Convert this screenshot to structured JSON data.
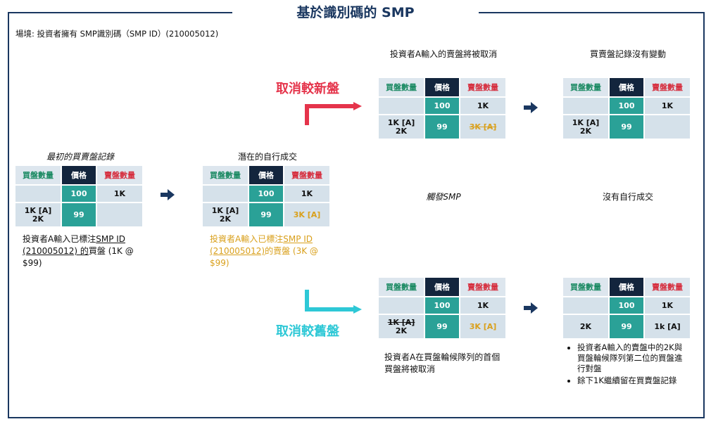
{
  "title": "基於識別碼的 SMP",
  "scenario": "場境: 投資者擁有 SMP識別碼（SMP ID）(210005012)",
  "headers": {
    "buy": "買盤數量",
    "price": "價格",
    "sell": "賣盤數量"
  },
  "initial": {
    "caption": "最初的買賣盤記錄",
    "rows": [
      {
        "buy": "",
        "price": "100",
        "sell": "1K"
      },
      {
        "buy": "1K [A]\n2K",
        "price": "99",
        "sell": ""
      }
    ],
    "desc_pre": "投資者A輸入已標注",
    "desc_link": "SMP  ID (210005012) 的",
    "desc_post": "買盤 (1K  @ $99)"
  },
  "potential": {
    "caption": "潛在的自行成交",
    "rows": [
      {
        "buy": "",
        "price": "100",
        "sell": "1K"
      },
      {
        "buy": "1K [A]\n2K",
        "price": "99",
        "sell": "3K [A]"
      }
    ],
    "desc_pre": "投資者A輸入已標注",
    "desc_link": "SMP  ID (210005012)",
    "desc_post": "的賣盤  (3K  @ $99)"
  },
  "cancel_newer": {
    "label": "取消較新盤",
    "caption": "投資者A輸入的賣盤將被取消",
    "rows": [
      {
        "buy": "",
        "price": "100",
        "sell": "1K"
      },
      {
        "buy": "1K [A]\n2K",
        "price": "99",
        "sell": "3K [A]"
      }
    ]
  },
  "no_change": {
    "caption": "買賣盤記錄沒有變動",
    "rows": [
      {
        "buy": "",
        "price": "100",
        "sell": "1K"
      },
      {
        "buy": "1K [A]\n2K",
        "price": "99",
        "sell": ""
      }
    ]
  },
  "trigger_smp": "觸發SMP",
  "no_self_match": "沒有自行成交",
  "cancel_older": {
    "label": "取消較舊盤",
    "caption": "投資者A在買盤輪候隊列的首個買盤將被取消",
    "rows": [
      {
        "buy": "",
        "price": "100",
        "sell": "1K"
      },
      {
        "buy_strike": "1K [A]",
        "buy2": "2K",
        "price": "99",
        "sell": "3K [A]"
      }
    ]
  },
  "result_older": {
    "rows": [
      {
        "buy": "",
        "price": "100",
        "sell": "1K"
      },
      {
        "buy": "2K",
        "price": "99",
        "sell": "1k [A]"
      }
    ],
    "bullets": [
      "投資者A輸入的賣盤中的2K與買盤輪候隊列第二位的買盤進行對盤",
      "餘下1K繼續留在買賣盤記錄"
    ]
  },
  "colors": {
    "navy": "#1a3760",
    "teal": "#2aa197",
    "red": "#e5344b",
    "cyan": "#2ec8d6",
    "orange": "#d9a01c",
    "buy_green": "#1b8a63",
    "sell_red": "#d62f3f"
  }
}
